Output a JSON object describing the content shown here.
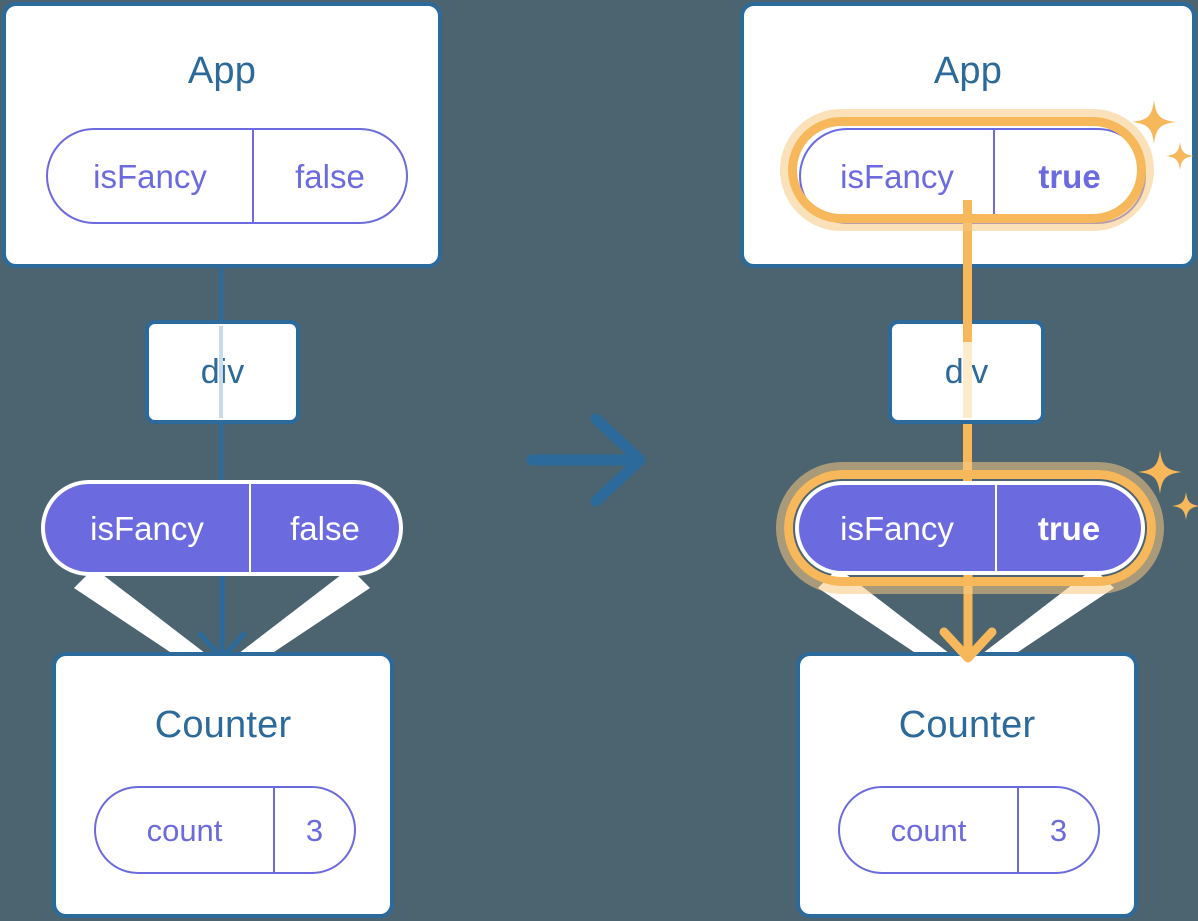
{
  "diagram": {
    "title": "React state propagation — isFancy false to true",
    "background_color": "#4b6470",
    "colors": {
      "box_border": "#2b6a9b",
      "title_text": "#2b6a9b",
      "pill_purple": "#6b6ade",
      "highlight_orange": "#f6b85a",
      "highlight_glow": "#fbdfa8",
      "white": "#ffffff"
    }
  },
  "panels": [
    {
      "id": "before",
      "app": {
        "title": "App",
        "state_pill": {
          "key": "isFancy",
          "value": "false",
          "style": "outline",
          "highlighted": false
        }
      },
      "div": {
        "label": "div"
      },
      "prop_pill": {
        "key": "isFancy",
        "value": "false",
        "style": "filled",
        "highlighted": false,
        "value_bold": false
      },
      "counter": {
        "title": "Counter",
        "state_pill": {
          "key": "count",
          "value": "3",
          "style": "outline",
          "highlighted": false
        }
      },
      "connector_color": "#2b6a9b",
      "sparkles": false
    },
    {
      "id": "after",
      "app": {
        "title": "App",
        "state_pill": {
          "key": "isFancy",
          "value": "true",
          "style": "outline",
          "highlighted": true
        }
      },
      "div": {
        "label": "div"
      },
      "prop_pill": {
        "key": "isFancy",
        "value": "true",
        "style": "filled",
        "highlighted": true,
        "value_bold": true
      },
      "counter": {
        "title": "Counter",
        "state_pill": {
          "key": "count",
          "value": "3",
          "style": "outline",
          "highlighted": false
        }
      },
      "connector_color": "#f6b85a",
      "sparkles": true
    }
  ],
  "transition": {
    "icon": "arrow-right-icon",
    "direction": "right",
    "color": "#2b6a9b"
  }
}
